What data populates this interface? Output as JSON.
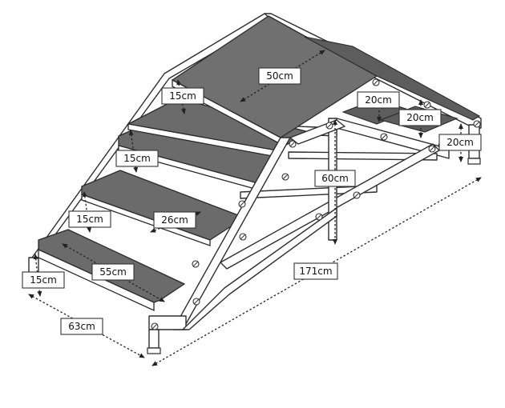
{
  "labels": {
    "top_depth": "50cm",
    "rise_1": "15cm",
    "rise_2": "15cm",
    "rise_3": "15cm",
    "rise_4": "15cm",
    "platform_step_a": "20cm",
    "platform_step_b": "20cm",
    "platform_step_c": "20cm",
    "height": "60cm",
    "tread_depth": "26cm",
    "tread_width": "55cm",
    "overall_width": "63cm",
    "overall_length": "171cm"
  }
}
